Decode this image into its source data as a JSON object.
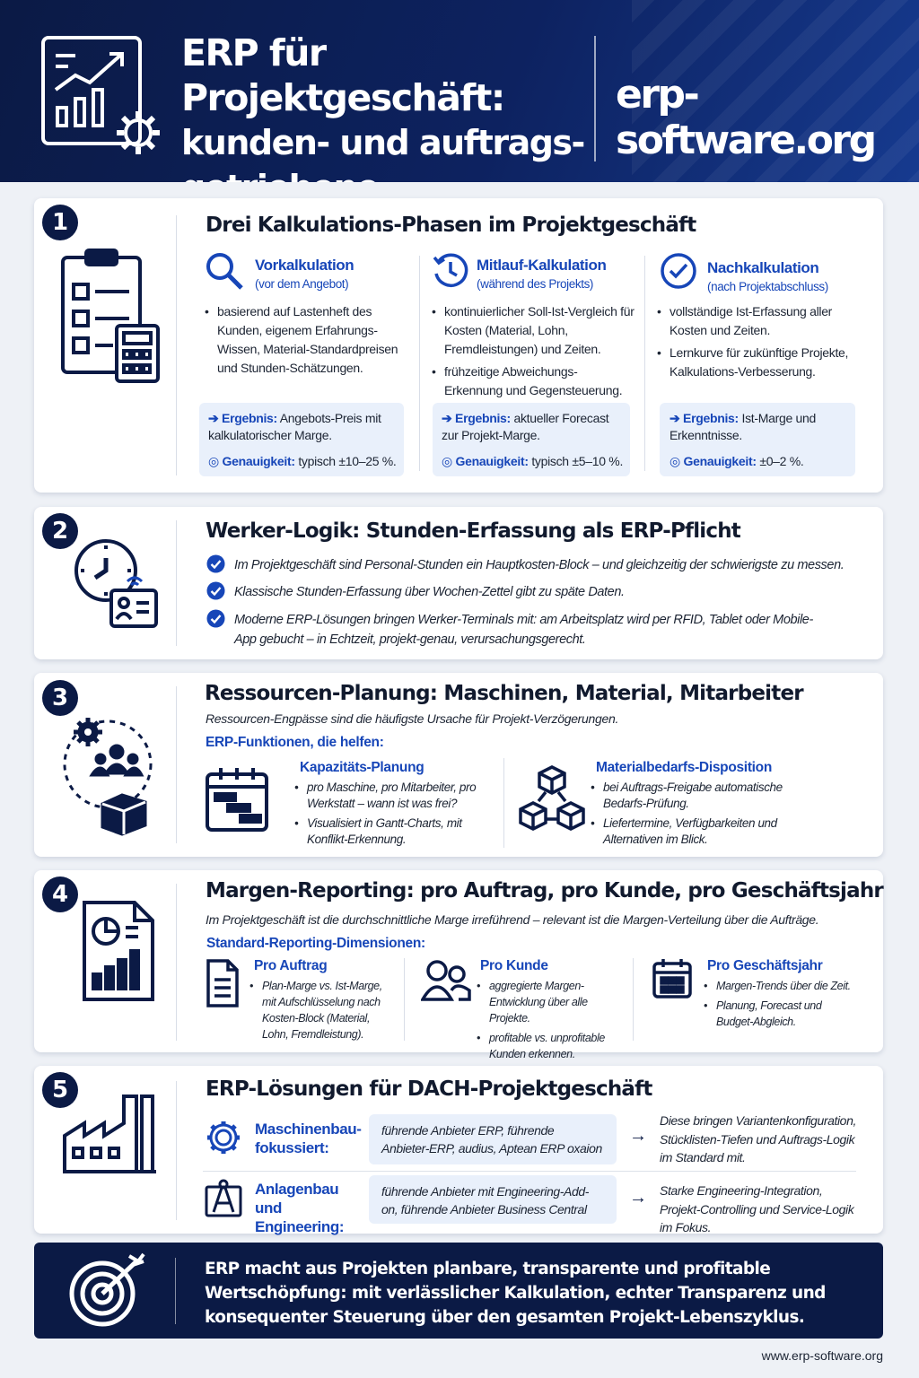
{
  "header": {
    "title_lines": [
      "ERP für Projektgeschäft:",
      "kunden- und auftrags-",
      "getriebene Wertschöpfung"
    ],
    "brand": "erp-software.org",
    "icon": "chart-gear-icon"
  },
  "s1": {
    "num": "1",
    "title": "Drei Kalkulations-Phasen im Projektgeschäft",
    "icon": "checklist-calculator-icon",
    "phases": [
      {
        "icon": "magnifier-icon",
        "name": "Vorkalkulation",
        "sub": "(vor dem Angebot)",
        "bullets": [
          "basierend auf Lastenheft des Kunden, eigenem Erfahrungs-Wissen, Material-Standardpreisen und Stunden-Schätzungen."
        ],
        "result_label": "Ergebnis:",
        "result_text": "Angebots-Preis mit kalkulatorischer Marge.",
        "accuracy_label": "Genauigkeit:",
        "accuracy_text": "typisch ±10–25 %."
      },
      {
        "icon": "clock-arrow-icon",
        "name": "Mitlauf-Kalkulation",
        "sub": "(während des Projekts)",
        "bullets": [
          "kontinuierlicher Soll-Ist-Vergleich für Kosten (Material, Lohn, Fremdleistungen) und Zeiten.",
          "frühzeitige Abweichungs-Erkennung und Gegensteuerung."
        ],
        "result_label": "Ergebnis:",
        "result_text": "aktueller Forecast zur Projekt-Marge.",
        "accuracy_label": "Genauigkeit:",
        "accuracy_text": "typisch ±5–10 %."
      },
      {
        "icon": "check-circle-icon",
        "name": "Nachkalkulation",
        "sub": "(nach Projektabschluss)",
        "bullets": [
          "vollständige Ist-Erfassung aller Kosten und Zeiten.",
          "Lernkurve für zukünftige Projekte, Kalkulations-Verbesserung."
        ],
        "result_label": "Ergebnis:",
        "result_text": "Ist-Marge und Erkenntnisse.",
        "accuracy_label": "Genauigkeit:",
        "accuracy_text": "±0–2 %."
      }
    ]
  },
  "s2": {
    "num": "2",
    "title": "Werker-Logik: Stunden-Erfassung als ERP-Pflicht",
    "icon": "clock-badge-icon",
    "points": [
      "Im Projektgeschäft sind Personal-Stunden ein Hauptkosten-Block – und gleichzeitig der schwierigste zu messen.",
      "Klassische Stunden-Erfassung über Wochen-Zettel gibt zu späte Daten.",
      "Moderne ERP-Lösungen bringen Werker-Terminals mit: am Arbeitsplatz wird per RFID, Tablet oder Mobile-App gebucht – in Echtzeit, projekt-genau, verursachungsgerecht."
    ]
  },
  "s3": {
    "num": "3",
    "title": "Ressourcen-Planung: Maschinen, Material, Mitarbeiter",
    "subtitle": "Ressourcen-Engpässe sind die häufigste Ursache für Projekt-Verzögerungen.",
    "functions_label": "ERP-Funktionen, die helfen:",
    "icon": "resources-cycle-icon",
    "features": [
      {
        "icon": "gantt-calendar-icon",
        "name": "Kapazitäts-Planung",
        "bullets": [
          "pro Maschine, pro Mitarbeiter, pro Werkstatt – wann ist was frei?",
          "Visualisiert in Gantt-Charts, mit Konflikt-Erkennung."
        ]
      },
      {
        "icon": "cubes-network-icon",
        "name": "Materialbedarfs-Disposition",
        "bullets": [
          "bei Auftrags-Freigabe automatische Bedarfs-Prüfung.",
          "Liefertermine, Verfügbarkeiten und Alternativen im Blick."
        ]
      }
    ]
  },
  "s4": {
    "num": "4",
    "title": "Margen-Reporting: pro Auftrag, pro Kunde, pro Geschäftsjahr",
    "subtitle": "Im Projektgeschäft ist die durchschnittliche Marge irreführend – relevant ist die Margen-Verteilung über die Aufträge.",
    "dims_label": "Standard-Reporting-Dimensionen:",
    "icon": "report-chart-icon",
    "dims": [
      {
        "icon": "document-icon",
        "name": "Pro Auftrag",
        "bullets": [
          "Plan-Marge vs. Ist-Marge, mit Aufschlüsselung nach Kosten-Block (Material, Lohn, Fremdleistung)."
        ]
      },
      {
        "icon": "users-icon",
        "name": "Pro Kunde",
        "bullets": [
          "aggregierte Margen-Entwicklung über alle Projekte.",
          "profitable vs. unprofitable Kunden erkennen."
        ]
      },
      {
        "icon": "calendar-icon",
        "name": "Pro Geschäftsjahr",
        "bullets": [
          "Margen-Trends über die Zeit.",
          "Planung, Forecast und Budget-Abgleich."
        ]
      }
    ]
  },
  "s5": {
    "num": "5",
    "title": "ERP-Lösungen für DACH-Projektgeschäft",
    "icon": "factory-icon",
    "rows": [
      {
        "icon": "gear-icon",
        "label": "Maschinenbau-fokussiert:",
        "vendors": "führende Anbieter ERP, führende Anbieter-ERP, audius, Aptean ERP oxaion",
        "note": "Diese bringen Variantenkonfiguration, Stücklisten-Tiefen und Auftrags-Logik im Standard mit."
      },
      {
        "icon": "compass-drawing-icon",
        "label": "Anlagenbau und Engineering:",
        "vendors": "führende Anbieter mit Engineering-Add-on, führende Anbieter Business Central",
        "note": "Starke Engineering-Integration, Projekt-Controlling und Service-Logik im Fokus."
      }
    ]
  },
  "footer": {
    "icon": "target-arrow-icon",
    "text": "ERP macht aus Projekten planbare, transparente und profitable Wertschöpfung: mit verlässlicher Kalkulation, echter Transparenz und konsequenter Steuerung über den gesamten Projekt-Lebenszyklus.",
    "url": "www.erp-software.org"
  },
  "colors": {
    "navy": "#0b1a45",
    "accent_blue": "#1746b8",
    "box_bg": "#e9f0fb"
  }
}
